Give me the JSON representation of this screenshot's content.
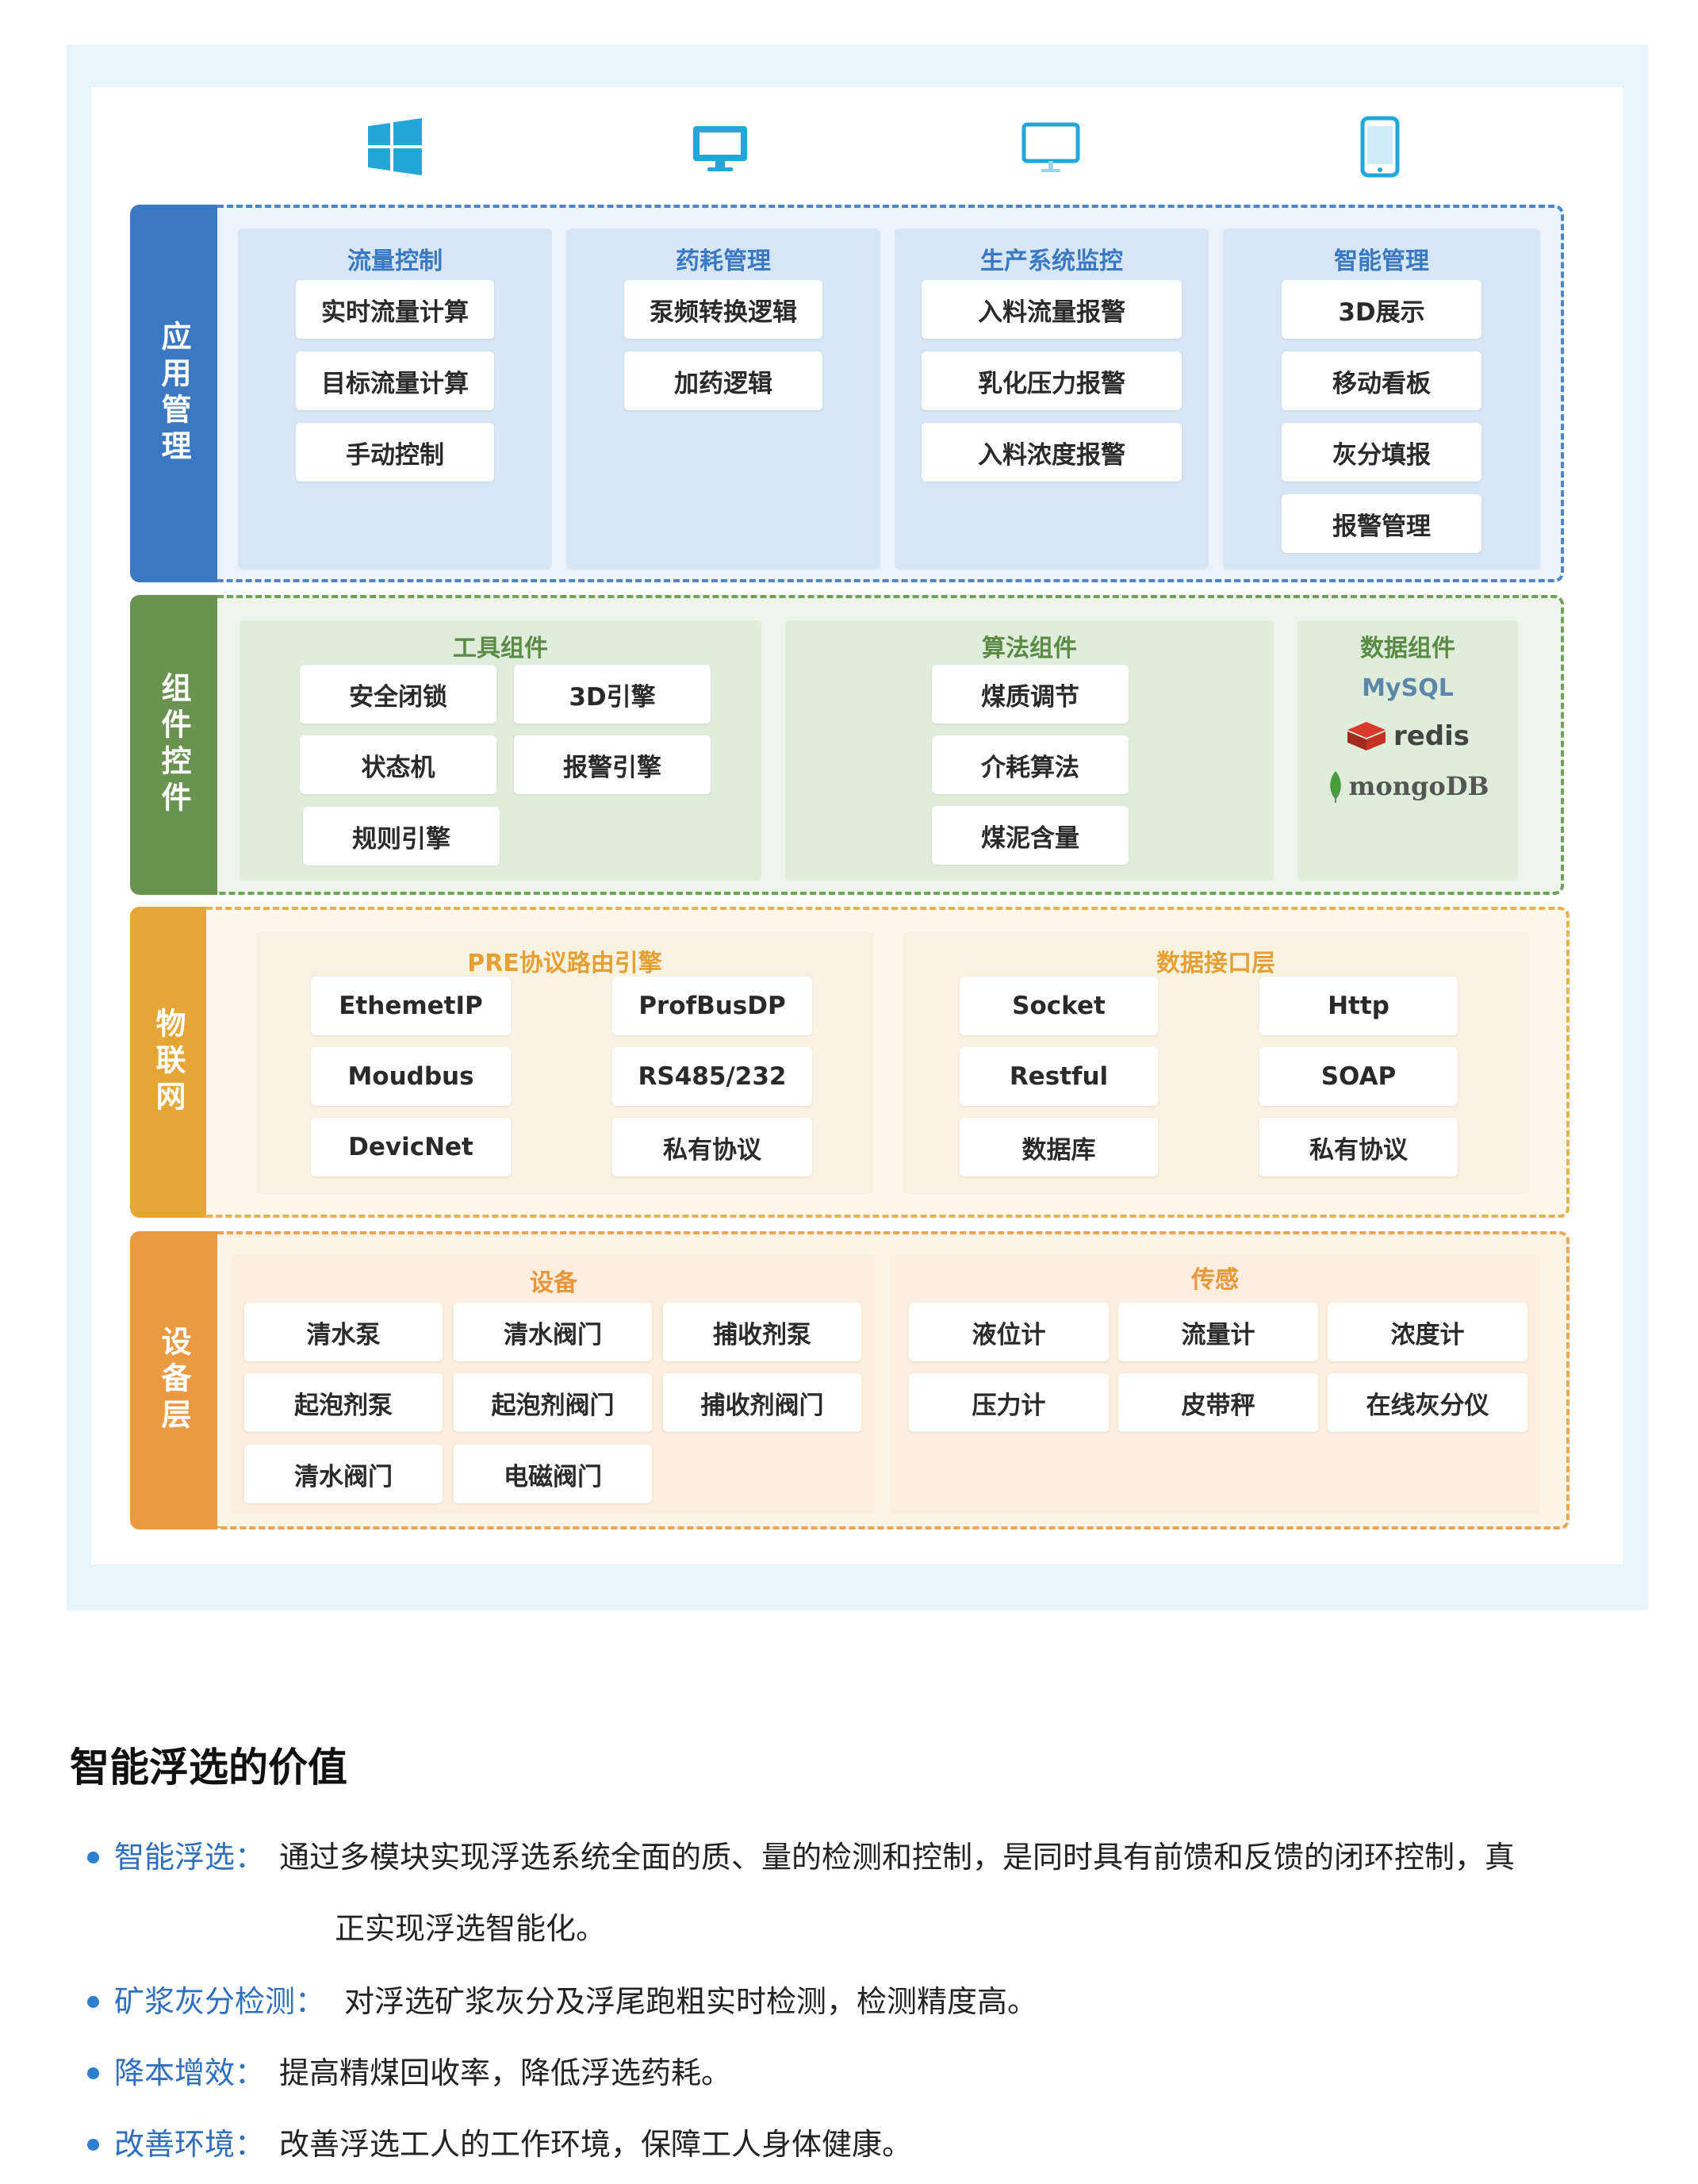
{
  "layers": {
    "app": {
      "label": "应用管理",
      "panels": [
        {
          "title": "流量控制",
          "items": [
            "实时流量计算",
            "目标流量计算",
            "手动控制"
          ]
        },
        {
          "title": "药耗管理",
          "items": [
            "泵频转换逻辑",
            "加药逻辑"
          ]
        },
        {
          "title": "生产系统监控",
          "items": [
            "入料流量报警",
            "乳化压力报警",
            "入料浓度报警"
          ]
        },
        {
          "title": "智能管理",
          "items": [
            "3D展示",
            "移动看板",
            "灰分填报",
            "报警管理"
          ]
        }
      ]
    },
    "comp": {
      "label": "组件控件",
      "panels": [
        {
          "title": "工具组件",
          "items": [
            "安全闭锁",
            "3D引擎",
            "状态机",
            "报警引擎",
            "规则引擎"
          ]
        },
        {
          "title": "算法组件",
          "items": [
            "煤质调节",
            "介耗算法",
            "煤泥含量"
          ]
        },
        {
          "title": "数据组件",
          "logos": [
            "MySQL",
            "redis",
            "mongoDB"
          ]
        }
      ]
    },
    "iot": {
      "label": "物联网",
      "panels": [
        {
          "title": "PRE协议路由引擎",
          "items": [
            "EthemetIP",
            "ProfBusDP",
            "Moudbus",
            "RS485/232",
            "DevicNet",
            "私有协议"
          ]
        },
        {
          "title": "数据接口层",
          "items": [
            "Socket",
            "Http",
            "Restful",
            "SOAP",
            "数据库",
            "私有协议"
          ]
        }
      ]
    },
    "dev": {
      "label": "设备层",
      "panels": [
        {
          "title": "设备",
          "items": [
            "清水泵",
            "清水阀门",
            "捕收剂泵",
            "起泡剂泵",
            "起泡剂阀门",
            "捕收剂阀门",
            "清水阀门",
            "电磁阀门"
          ]
        },
        {
          "title": "传感",
          "items": [
            "液位计",
            "流量计",
            "浓度计",
            "压力计",
            "皮带秤",
            "在线灰分仪"
          ]
        }
      ]
    }
  },
  "icons": [
    "windows-icon",
    "desktop-monitor-icon",
    "display-screen-icon",
    "tablet-icon"
  ],
  "colors": {
    "app": "#3a78c3",
    "comp": "#6a9352",
    "iot": "#e5a635",
    "dev": "#e99a42",
    "accent": "#2f6fbf"
  },
  "section": {
    "title": "智能浮选的价值",
    "bullets": [
      {
        "term": "智能浮选：",
        "desc": "通过多模块实现浮选系统全面的质、量的检测和控制，是同时具有前馈和反馈的闭环控制，真",
        "cont": "正实现浮选智能化。"
      },
      {
        "term": "矿浆灰分检测：",
        "desc": "对浮选矿浆灰分及浮尾跑粗实时检测，检测精度高。"
      },
      {
        "term": "降本增效：",
        "desc": "提高精煤回收率，降低浮选药耗。"
      },
      {
        "term": "改善环境：",
        "desc": "改善浮选工人的工作环境，保障工人身体健康。"
      }
    ]
  }
}
